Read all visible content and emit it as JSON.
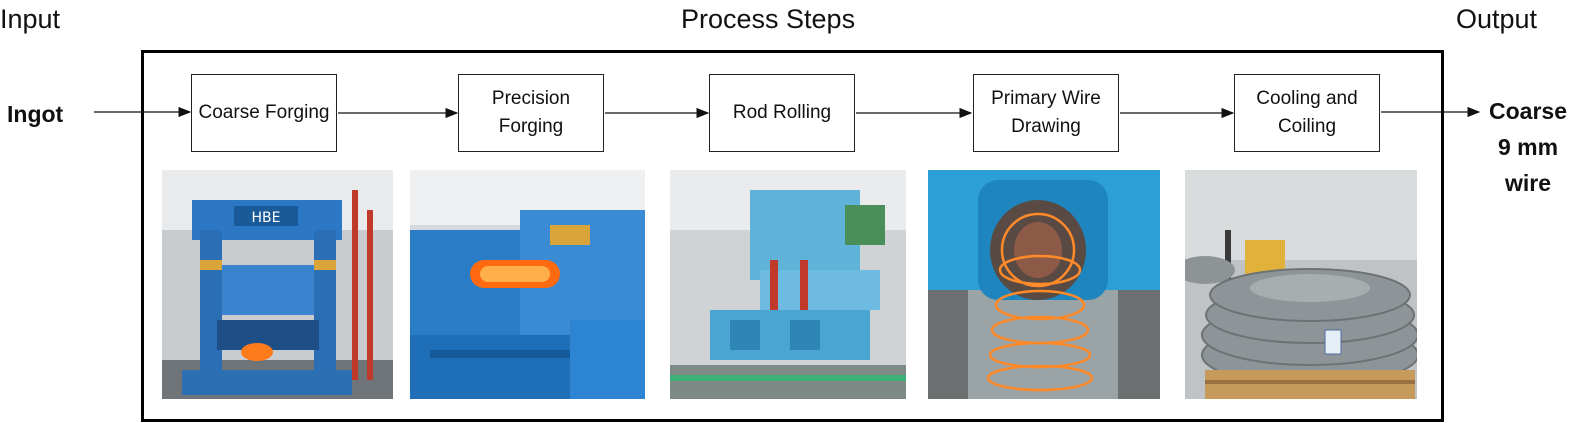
{
  "headers": {
    "input": "Input",
    "steps": "Process Steps",
    "output": "Output"
  },
  "input_label": "Ingot",
  "output_label": "Coarse 9 mm wire",
  "steps": [
    {
      "label": "Coarse Forging",
      "photo": "forging-press-photo"
    },
    {
      "label": "Precision Forging",
      "photo": "precision-forging-machine-photo"
    },
    {
      "label": "Rod Rolling",
      "photo": "rod-rolling-mill-photo"
    },
    {
      "label": "Primary Wire Drawing",
      "photo": "wire-drawing-coils-photo"
    },
    {
      "label": "Cooling and Coiling",
      "photo": "wire-coil-pallet-photo"
    }
  ],
  "colors": {
    "machine_blue": "#1f6fb8",
    "hot_metal": "#ff7a1a",
    "floor": "#8a8f93"
  }
}
